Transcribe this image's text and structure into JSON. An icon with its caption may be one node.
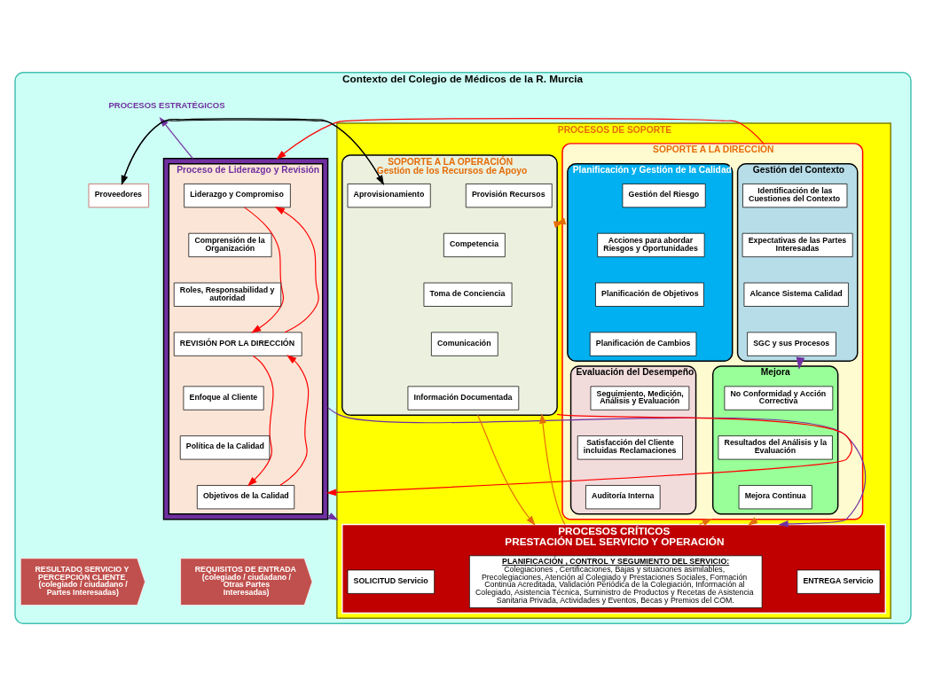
{
  "diagram": {
    "nodes": [
      {
        "text": [
          "Contexto del Colegio de Médicos de la R. Murcia"
        ]
      },
      {
        "text": [
          "PROCESOS ESTRATÉGICOS"
        ],
        "in": 0
      },
      {
        "text": [],
        "shape": "box",
        "in": 0
      },
      {
        "text": [
          "Proceso de Liderazgo y Revisión"
        ],
        "in": 2
      },
      {
        "text": [
          "Liderazgo y Compromiso"
        ],
        "in": 3
      },
      {
        "text": [
          "Comprensión de la Organización"
        ],
        "in": 3
      },
      {
        "text": [
          "Roles, Responsabilidad y autoridad"
        ],
        "in": 3
      },
      {
        "text": [
          "REVISIÓN POR LA DIRECCIÓN"
        ],
        "in": 3
      },
      {
        "text": [
          "Enfoque al Cliente"
        ],
        "in": 3
      },
      {
        "text": [
          "Política de la Calidad"
        ],
        "in": 3
      },
      {
        "text": [
          "Objetivos de la Calidad"
        ],
        "in": 3
      },
      {
        "text": [
          "PROCESOS DE SOPORTE"
        ],
        "in": 0
      },
      {
        "text": [
          "SOPORTE A LA DIRECCIÓN"
        ],
        "in": 11
      },
      {
        "text": [
          "Gestión del Contexto"
        ],
        "in": 12
      },
      {
        "text": [
          "Identificación de las Cuestiones del Contexto"
        ],
        "in": 13
      },
      {
        "text": [
          "Expectativas de las Partes Interesadas"
        ],
        "in": 13
      },
      {
        "text": [
          "Alcance Sistema Calidad"
        ],
        "in": 13
      },
      {
        "text": [
          "SGC y sus Procesos"
        ],
        "in": 13
      },
      {
        "text": [
          "Planificación y Gestión de la Calidad"
        ],
        "in": 12
      },
      {
        "text": [
          "Gestión del Riesgo"
        ],
        "in": 18
      },
      {
        "text": [
          "Acciones para abordar Riesgos y Oportunidades"
        ],
        "in": 18
      },
      {
        "text": [
          "Planificación de Objetivos"
        ],
        "in": 18
      },
      {
        "text": [
          "Planificación de Cambios"
        ],
        "in": 18
      },
      {
        "text": [
          "Mejora"
        ],
        "in": 12
      },
      {
        "text": [
          "No Conformidad y Acción Correctiva"
        ],
        "in": 23
      },
      {
        "text": [
          "Resultados del Análisis y la Evaluación"
        ],
        "in": 23
      },
      {
        "text": [
          "Mejora Continua"
        ],
        "in": 23
      },
      {
        "text": [
          "Evaluación del Desempeño"
        ],
        "in": 12
      },
      {
        "text": [
          "Seguimiento, Medición, Análisis y Evaluación"
        ],
        "in": 27
      },
      {
        "text": [
          "Satisfacción del Cliente incluidas Reclamaciones"
        ],
        "in": 27
      },
      {
        "text": [
          "Auditoría Interna"
        ],
        "in": 27
      },
      {
        "text": [
          "SOPORTE A LA OPERACIÓN",
          "Gestión de los Recursos de Apoyo"
        ],
        "in": 11
      },
      {
        "text": [
          "Aprovisionamiento"
        ],
        "in": 31
      },
      {
        "text": [
          "Provisión Recursos"
        ],
        "in": 31
      },
      {
        "text": [
          "Competencia"
        ],
        "in": 31
      },
      {
        "text": [
          "Toma de Conciencia"
        ],
        "in": 31
      },
      {
        "text": [
          "Comunicación"
        ],
        "in": 31
      },
      {
        "text": [
          "Información Documentada"
        ],
        "in": 31
      },
      {
        "text": [
          "Proveedores"
        ],
        "in": 0
      },
      {
        "text": [
          "PROCESOS CRÍTICOS",
          "PRESTACIÓN DEL SERVICIO Y OPERACIÓN"
        ],
        "in": 11
      },
      {
        "text": [
          "SOLICITUD Servicio"
        ],
        "in": 39
      },
      {
        "text": [
          "PLANIFICACIÓN , CONTROL Y SEGUMIENTO DEL SERVICIO:",
          "Colegiaciones , Certificaciones, Bajas y situaciones asimilables, Precolegiaciones, Atención al Colegiado y Prestaciones Sociales, Formación Continua Acreditada, Validación Periódica de la Colegiación, Información al Colegiado, Asistencia Técnica, Suministro de Productos y Recetas de Asistencia Sanitaria Privada, Actividades y Eventos, Becas y Premios del COM."
        ],
        "in": 39
      },
      {
        "text": [
          "ENTREGA Servicio"
        ],
        "in": 39
      },
      {
        "text": [
          "REQUISITOS DE ENTRADA (colegiado / ciudadano / Otras Partes Interesadas)"
        ],
        "in": 0
      },
      {
        "text": [
          "RESULTADO SERVICIO Y PERCEPCIÓN CLIENTE (colegiado / ciudadano / Partes Interesadas)"
        ],
        "in": 0
      }
    ],
    "edges": [
      {
        "from": 12,
        "to": 2,
        "arrow": "to",
        "color": "#ff0000"
      },
      {
        "from": 31,
        "to": 2,
        "arrow": "to",
        "color": "#ff0000"
      },
      {
        "from": 2,
        "to": 1,
        "arrow": "to",
        "color": "#7030a0"
      },
      {
        "from": 2,
        "to": 11,
        "arrow": "to",
        "color": "#7030a0"
      },
      {
        "from": 2,
        "to": 39,
        "arrow": "to",
        "color": "#7030a0"
      },
      {
        "from": 7,
        "to": 4,
        "arrow": "to",
        "color": "#ff0000"
      },
      {
        "from": 4,
        "to": 7,
        "arrow": "to",
        "color": "#ff0000"
      },
      {
        "from": 7,
        "to": 10,
        "arrow": "to",
        "color": "#ff0000"
      },
      {
        "from": 10,
        "to": 7,
        "arrow": "to",
        "color": "#ff0000"
      },
      {
        "from": 32,
        "to": 38,
        "arrow": "to",
        "color": "#000000"
      },
      {
        "from": 38,
        "to": 32,
        "arrow": "to",
        "color": "#000000"
      },
      {
        "from": 12,
        "to": 31,
        "arrow": "to",
        "color": "#e46c0a"
      },
      {
        "from": 31,
        "to": 12,
        "arrow": "to",
        "color": "#e46c0a"
      },
      {
        "from": 31,
        "to": 39,
        "arrow": "to",
        "color": "#e46c0a"
      },
      {
        "from": 39,
        "to": 31,
        "arrow": "to",
        "color": "#e46c0a"
      },
      {
        "from": 12,
        "to": 39,
        "arrow": "to",
        "color": "#e46c0a"
      },
      {
        "from": 39,
        "to": 12,
        "arrow": "to",
        "color": "#e46c0a"
      },
      {
        "from": 13,
        "to": 23,
        "arrow": "to",
        "style": "thick",
        "color": "#7030a0"
      }
    ]
  }
}
